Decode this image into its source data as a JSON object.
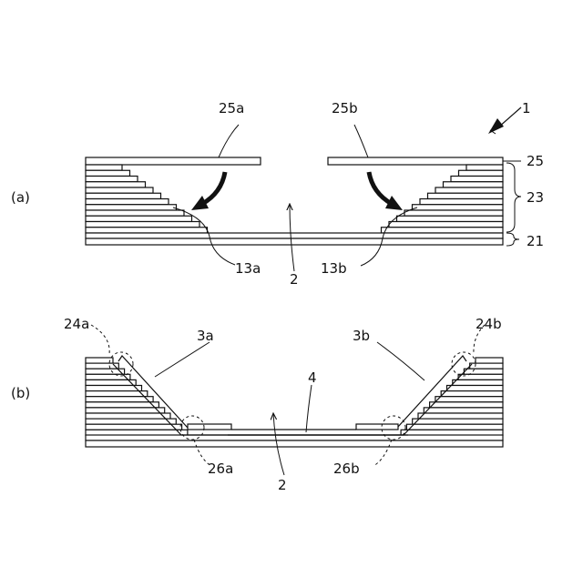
{
  "figure": {
    "panel_a_label": "(a)",
    "panel_b_label": "(b)",
    "labels_a": {
      "device": "1",
      "layer_25a": "25a",
      "layer_25b": "25b",
      "layer_25": "25",
      "layer_23": "23",
      "layer_21": "21",
      "edge_13a": "13a",
      "edge_13b": "13b",
      "cavity": "2"
    },
    "labels_b": {
      "corner_24a": "24a",
      "corner_24b": "24b",
      "slope_3a": "3a",
      "slope_3b": "3b",
      "bottom_4": "4",
      "corner_26a": "26a",
      "corner_26b": "26b",
      "cavity": "2"
    }
  }
}
